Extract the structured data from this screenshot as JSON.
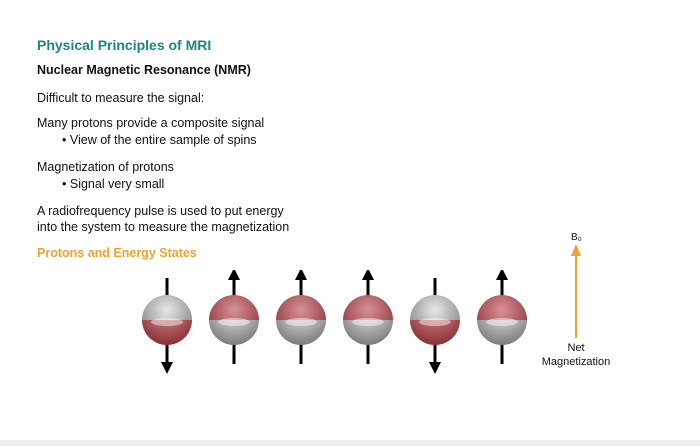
{
  "slide": {
    "title": "Physical Principles of MRI",
    "subtitle": "Nuclear Magnetic Resonance (NMR)",
    "lines": {
      "difficult": "Difficult to measure the signal:",
      "many_protons": "Many protons provide a composite signal",
      "view_sample": "View of the entire sample of spins",
      "magnetization": "Magnetization of protons",
      "signal_small": "Signal very small",
      "rf_pulse_1": "A radiofrequency pulse is used to put energy",
      "rf_pulse_2": "into the system to measure the magnetization"
    },
    "section_heading": "Protons and Energy States",
    "field_label": "B₀",
    "net_label_1": "Net",
    "net_label_2": "Magnetization",
    "proton_spins": [
      "down",
      "up",
      "up",
      "up",
      "down",
      "up"
    ]
  },
  "colors": {
    "title": "#1a8a78",
    "section_heading": "#f2a12e",
    "proton_top": "#9a9a9a",
    "proton_red": "#a8454a",
    "arrow_orange": "#f2a12e"
  }
}
